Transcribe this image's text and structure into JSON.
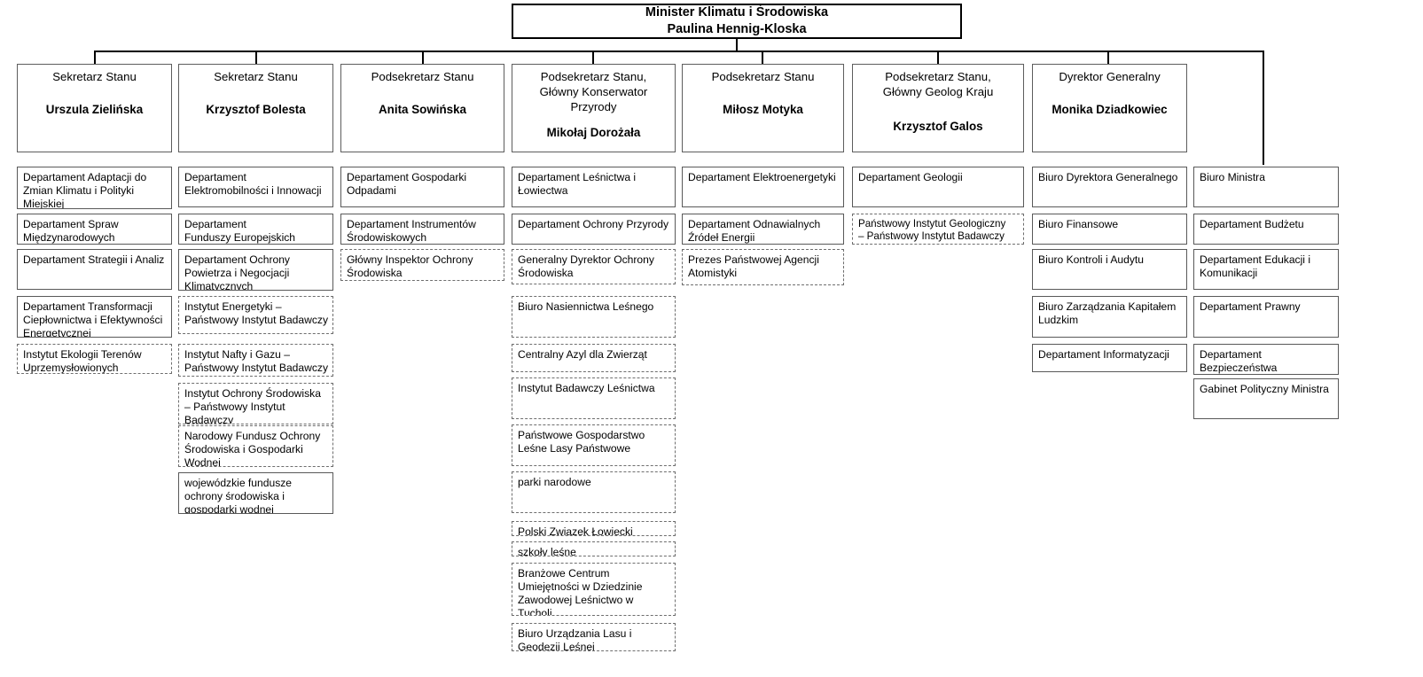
{
  "root": {
    "title_line1": "Minister Klimatu i Środowiska",
    "title_line2": "Paulina Hennig-Kloska"
  },
  "officials": [
    {
      "title": "Sekretarz Stanu",
      "name": "Urszula Zielińska"
    },
    {
      "title": "Sekretarz Stanu",
      "name": "Krzysztof Bolesta"
    },
    {
      "title": "Podsekretarz Stanu",
      "name": "Anita Sowińska"
    },
    {
      "title": "Podsekretarz Stanu,\nGłówny Konserwator\nPrzyrody",
      "name": "Mikołaj Dorożała"
    },
    {
      "title": "Podsekretarz Stanu",
      "name": "Miłosz Motyka"
    },
    {
      "title": "Podsekretarz Stanu,\nGłówny Geolog Kraju",
      "name": "Krzysztof Galos"
    },
    {
      "title": "Dyrektor Generalny",
      "name": "Monika Dziadkowiec"
    }
  ],
  "columns": [
    {
      "units": [
        {
          "label": "Departament Adaptacji do\nZmian Klimatu i Polityki\nMiejskiej",
          "style": "solid"
        },
        {
          "label": "Departament Spraw\nMiędzynarodowych",
          "style": "solid"
        },
        {
          "label": "Departament Strategii i Analiz",
          "style": "solid"
        },
        {
          "label": "Departament Transformacji\nCiepłownictwa i Efektywności\nEnergetycznej",
          "style": "solid"
        },
        {
          "label": "Instytut Ekologii Terenów\nUprzemysłowionych",
          "style": "dashed"
        }
      ]
    },
    {
      "units": [
        {
          "label": "Departament\nElektromobilności i Innowacji",
          "style": "solid"
        },
        {
          "label": "Departament\nFunduszy Europejskich",
          "style": "solid"
        },
        {
          "label": "Departament Ochrony\nPowietrza i Negocjacji\nKlimatycznych",
          "style": "solid"
        },
        {
          "label": "Instytut Energetyki –\nPaństwowy Instytut Badawczy",
          "style": "dashed"
        },
        {
          "label": "Instytut Nafty i Gazu –\nPaństwowy Instytut Badawczy",
          "style": "dashed"
        },
        {
          "label": "Instytut Ochrony Środowiska\n– Państwowy Instytut\nBadawczy",
          "style": "dashed"
        },
        {
          "label": "Narodowy Fundusz Ochrony\nŚrodowiska i Gospodarki\nWodnej",
          "style": "dashed"
        },
        {
          "label": "wojewódzkie fundusze\nochrony środowiska i\ngospodarki wodnej",
          "style": "solid"
        }
      ]
    },
    {
      "units": [
        {
          "label": "Departament Gospodarki\nOdpadami",
          "style": "solid"
        },
        {
          "label": "Departament Instrumentów\nŚrodowiskowych",
          "style": "solid"
        },
        {
          "label": "Główny Inspektor Ochrony\nŚrodowiska",
          "style": "dashed"
        }
      ]
    },
    {
      "units": [
        {
          "label": "Departament Leśnictwa i\nŁowiectwa",
          "style": "solid"
        },
        {
          "label": "Departament Ochrony Przyrody",
          "style": "solid"
        },
        {
          "label": "Generalny Dyrektor Ochrony\nŚrodowiska",
          "style": "dashed"
        },
        {
          "label": "Biuro Nasiennictwa Leśnego",
          "style": "dashed"
        },
        {
          "label": "Centralny Azyl dla Zwierząt",
          "style": "dashed"
        },
        {
          "label": "Instytut Badawczy Leśnictwa",
          "style": "dashed"
        },
        {
          "label": "Państwowe Gospodarstwo\nLeśne Lasy Państwowe",
          "style": "dashed"
        },
        {
          "label": "parki narodowe",
          "style": "dashed"
        },
        {
          "label": "Polski Związek Łowiecki",
          "style": "dashed"
        },
        {
          "label": "szkoły leśne",
          "style": "dashed"
        },
        {
          "label": "Branżowe Centrum\nUmiejętności w Dziedzinie\nZawodowej Leśnictwo w\nTucholi",
          "style": "dashed"
        },
        {
          "label": "Biuro Urządzania Lasu i\nGeodezji Leśnej",
          "style": "dashed"
        }
      ]
    },
    {
      "units": [
        {
          "label": "Departament Elektroenergetyki",
          "style": "solid"
        },
        {
          "label": "Departament Odnawialnych\nŹródeł Energii",
          "style": "solid"
        },
        {
          "label": "Prezes Państwowej Agencji\nAtomistyki",
          "style": "dashed"
        }
      ]
    },
    {
      "units": [
        {
          "label": "Departament Geologii",
          "style": "solid"
        },
        {
          "label": "Państwowy Instytut Geologiczny\n– Państwowy Instytut Badawczy",
          "style": "dashed"
        }
      ]
    },
    {
      "units": [
        {
          "label": "Biuro Dyrektora Generalnego",
          "style": "solid"
        },
        {
          "label": "Biuro Finansowe",
          "style": "solid"
        },
        {
          "label": "Biuro Kontroli i Audytu",
          "style": "solid"
        },
        {
          "label": "Biuro Zarządzania Kapitałem\nLudzkim",
          "style": "solid"
        },
        {
          "label": "Departament Informatyzacji",
          "style": "solid"
        }
      ]
    },
    {
      "units": [
        {
          "label": "Biuro Ministra",
          "style": "solid"
        },
        {
          "label": "Departament Budżetu",
          "style": "solid"
        },
        {
          "label": "Departament Edukacji i\nKomunikacji",
          "style": "solid"
        },
        {
          "label": "Departament Prawny",
          "style": "solid"
        },
        {
          "label": "Departament\nBezpieczeństwa",
          "style": "solid"
        },
        {
          "label": "Gabinet Polityczny Ministra",
          "style": "solid"
        }
      ]
    }
  ]
}
